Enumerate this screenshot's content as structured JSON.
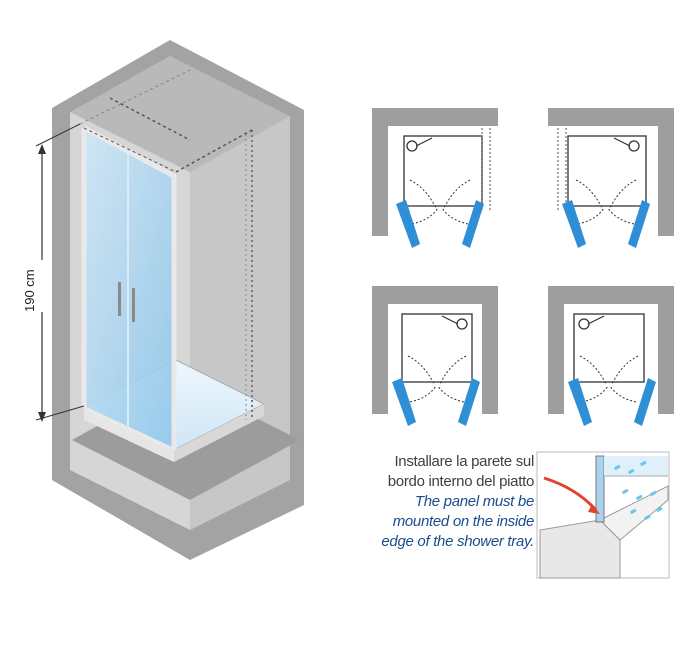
{
  "dimension": {
    "height_label": "190 cm"
  },
  "caption": {
    "it_line1": "Installare la parete sul",
    "it_line2": "bordo interno del piatto",
    "en_line1": "The panel must be",
    "en_line2": "mounted on the inside",
    "en_line3": "edge of the shower tray."
  },
  "colors": {
    "wall_gray": "#9a9a9a",
    "wall_light": "#c9c9c9",
    "glass_blue": "#a9d3ee",
    "door_blue": "#2f8fd6",
    "text_blue": "#1a4d8f",
    "text_gray": "#3f3f3f"
  },
  "configurations": [
    {
      "id": "top-left",
      "walls": [
        "top",
        "left"
      ]
    },
    {
      "id": "top-right",
      "walls": [
        "top",
        "right"
      ]
    },
    {
      "id": "bottom-left",
      "walls": [
        "top",
        "left"
      ]
    },
    {
      "id": "bottom-right",
      "walls": [
        "top",
        "right"
      ]
    }
  ]
}
